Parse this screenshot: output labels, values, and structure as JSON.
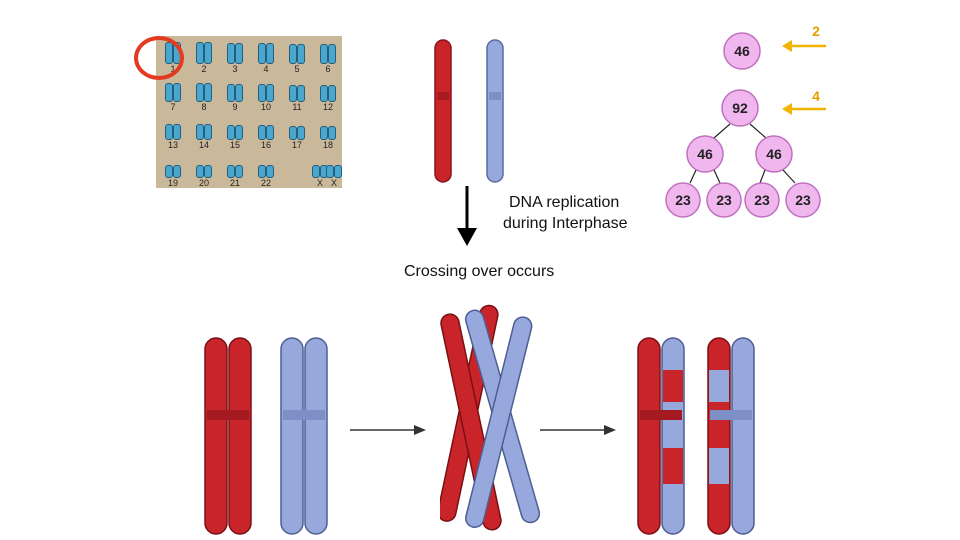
{
  "karyotype": {
    "labels": [
      "1",
      "2",
      "3",
      "4",
      "5",
      "6",
      "7",
      "8",
      "9",
      "10",
      "11",
      "12",
      "13",
      "14",
      "15",
      "16",
      "17",
      "18",
      "19",
      "20",
      "21",
      "22",
      "X",
      "X"
    ],
    "colors": {
      "background": "#c9b99a",
      "chromosome": "#4aa6cc",
      "highlight_circle": "#e33b22"
    }
  },
  "replication": {
    "line1": "DNA replication",
    "line2": "during Interphase"
  },
  "crossing": {
    "label": "Crossing over occurs"
  },
  "division_tree": {
    "level0": "46",
    "level1": "92",
    "level2": [
      "46",
      "46"
    ],
    "level3": [
      "23",
      "23",
      "23",
      "23"
    ],
    "arrow_labels": [
      "2",
      "4"
    ],
    "colors": {
      "cell_fill": "#f0b6ee",
      "cell_stroke": "#c070c0",
      "arrow": "#f2b400"
    }
  },
  "colors": {
    "maternal": "#c8242a",
    "paternal": "#96a8dc"
  }
}
